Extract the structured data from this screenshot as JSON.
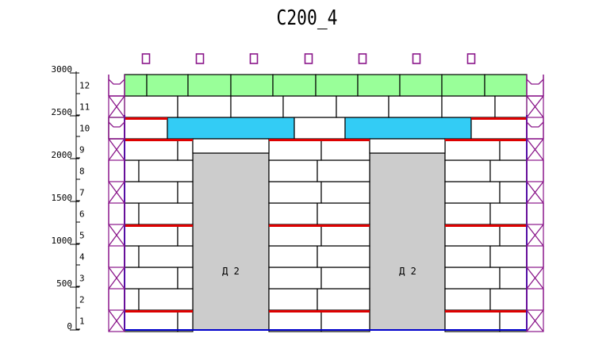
{
  "drawing": {
    "title": "C200_4",
    "door_label": "Д 2",
    "scale": {
      "labels": [
        {
          "value": 0,
          "text": "0"
        },
        {
          "value": 500,
          "text": "500"
        },
        {
          "value": 1000,
          "text": "1000"
        },
        {
          "value": 1500,
          "text": "1500"
        },
        {
          "value": 2000,
          "text": "2000"
        },
        {
          "value": 2500,
          "text": "2500"
        },
        {
          "value": 3000,
          "text": "3000"
        }
      ],
      "row_numbers": [
        "1",
        "2",
        "3",
        "4",
        "5",
        "6",
        "7",
        "8",
        "9",
        "10",
        "11",
        "12"
      ]
    },
    "colors": {
      "brick_stroke": "#000000",
      "reinforcement": "#dd0000",
      "lintel": "#33ccf5",
      "top_course": "#99ff99",
      "opening": "#cccccc",
      "frame": "#8a168a",
      "edge": "#0000cc"
    }
  }
}
